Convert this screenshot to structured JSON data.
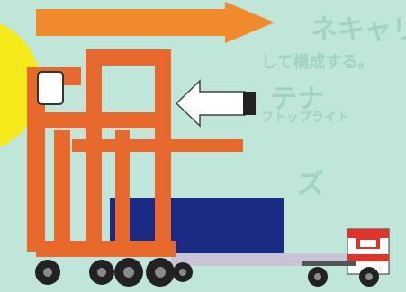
{
  "illustration": {
    "subject": "container-crane-and-truck",
    "colors": {
      "background": "#bfe6d8",
      "crane": "#e8692e",
      "arrow": "#f08a2c",
      "container": "#1b2a83",
      "yellow_circle": "#f4ea1a",
      "wheel": "#222222",
      "truck_red": "#e0332a",
      "trailer": "#c9c3d6",
      "watermark_text": "#9fd3c3"
    },
    "icons": [
      "wide-orange-arrow",
      "white-cable-arrow",
      "crane-cab-window"
    ],
    "watermark_fragments": [
      "ネキャリ",
      "して構成する。",
      "テナ",
      "フトップライト",
      "ズ"
    ]
  }
}
